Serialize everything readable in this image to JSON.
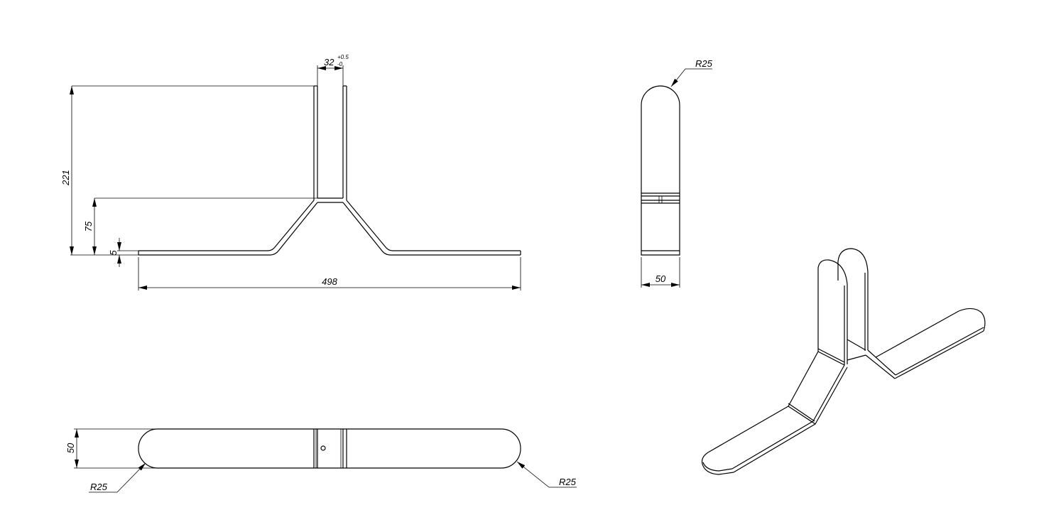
{
  "drawing": {
    "front_view": {
      "dim_height_total": "221",
      "dim_height_mid": "75",
      "dim_thickness": "5",
      "dim_length": "498",
      "dim_gap": "32",
      "dim_gap_tol_upper": "+0.5",
      "dim_gap_tol_lower": "-0"
    },
    "side_view": {
      "dim_width": "50",
      "dim_radius": "R25"
    },
    "top_view": {
      "dim_width": "50",
      "dim_radius_left": "R25",
      "dim_radius_right": "R25"
    },
    "isometric_view": {}
  }
}
